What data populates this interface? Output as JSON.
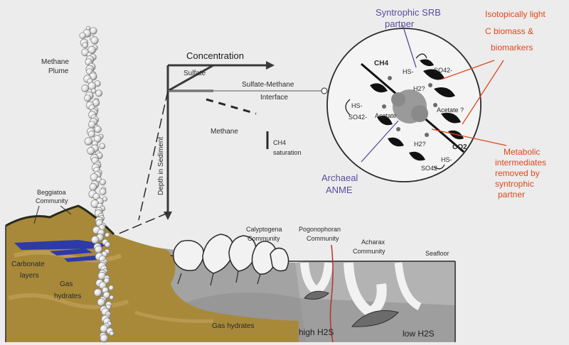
{
  "labels": {
    "methane_plume_1": "Methane",
    "methane_plume_2": "Plume",
    "concentration": "Concentration",
    "sulfate": "Sulfate",
    "interface_1": "Sulfate-Methane",
    "interface_2": "Interface",
    "methane_profile": "Methane",
    "ch4_sat_1": "CH4",
    "ch4_sat_2": "saturation",
    "depth_in_sediment": "Depth in Sediment",
    "beggiatoa_1": "Beggiatoa",
    "beggiatoa_2": "Community",
    "carbonate_1": "Carbonate",
    "carbonate_2": "layers",
    "gas_hydrates_left_1": "Gas",
    "gas_hydrates_left_2": "hydrates",
    "gas_hydrates_bottom": "Gas hydrates",
    "calyptogena_1": "Calyptogena",
    "calyptogena_2": "Community",
    "pogonophoran_1": "Pogonophoran",
    "pogonophoran_2": "Community",
    "acharax_1": "Acharax",
    "acharax_2": "Community",
    "seafloor": "Seafloor",
    "high_h2s": "high H2S",
    "low_h2s": "low H2S",
    "syntrophic_1": "Syntrophic SRB",
    "syntrophic_2": "partner",
    "archaeal_1": "Archaeal",
    "archaeal_2": "ANME",
    "isotopically_1": "Isotopically light",
    "isotopically_2": "C biomass &",
    "isotopically_3": "biomarkers",
    "metabolic_1": "Metabolic",
    "metabolic_2": "intermediates",
    "metabolic_3": "removed by",
    "metabolic_4": "syntrophic",
    "metabolic_5": "partner",
    "circle_ch4": "CH4",
    "circle_co2": "CO2",
    "circle_hs_1": "HS-",
    "circle_so4_1": "SO42-",
    "circle_h2_1": "H2?",
    "circle_hs_2": "HS-",
    "circle_acetate_1": "Acetate",
    "circle_so4_2": "SO42-",
    "circle_acetate_2": "Acetate ?",
    "circle_h2_2": "H2?",
    "circle_so4_3": "SO42-",
    "circle_hs_3": "HS-"
  },
  "colors": {
    "background": "#ececec",
    "sediment_gold": "#a8893a",
    "sediment_gray": "#9c9c9c",
    "accent_red": "#e0461e",
    "accent_purple": "#5a4aa0"
  }
}
